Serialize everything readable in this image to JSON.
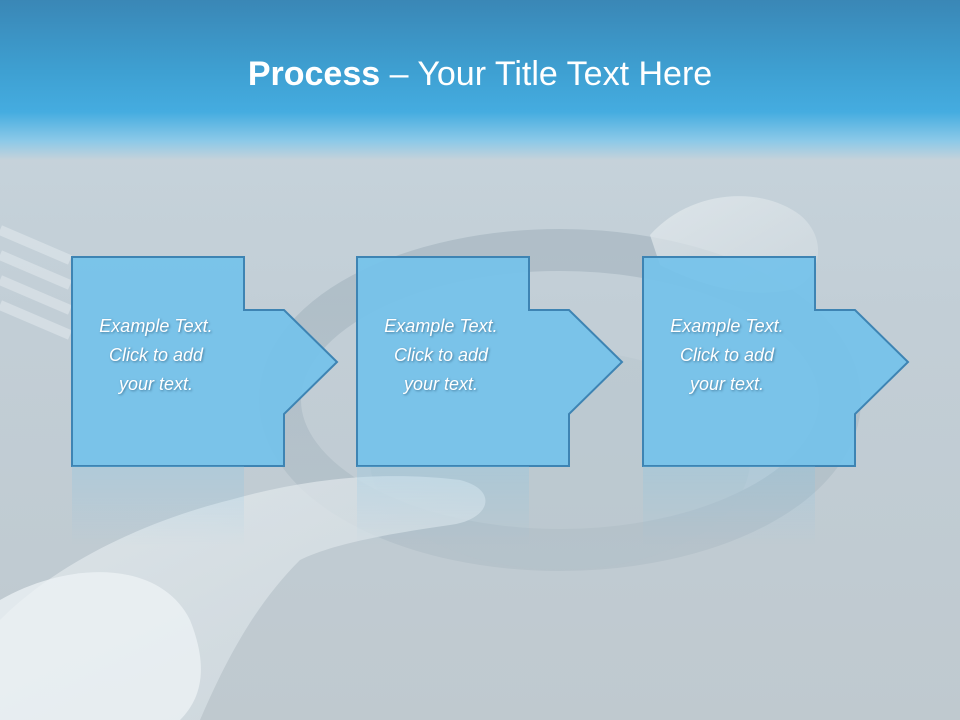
{
  "slide": {
    "title_bold": "Process",
    "title_separator": " – ",
    "title_rest": "Your Title Text Here"
  },
  "steps": [
    {
      "label": "Example Text.\nClick  to add\nyour text."
    },
    {
      "label": "Example Text.\nClick  to add\nyour text."
    },
    {
      "label": "Example Text.\nClick  to add\nyour text."
    }
  ],
  "colors": {
    "title_band": "#3ea0d2",
    "box_fill": "#74c2ea",
    "box_stroke": "#3e84b3",
    "text": "#ffffff"
  }
}
